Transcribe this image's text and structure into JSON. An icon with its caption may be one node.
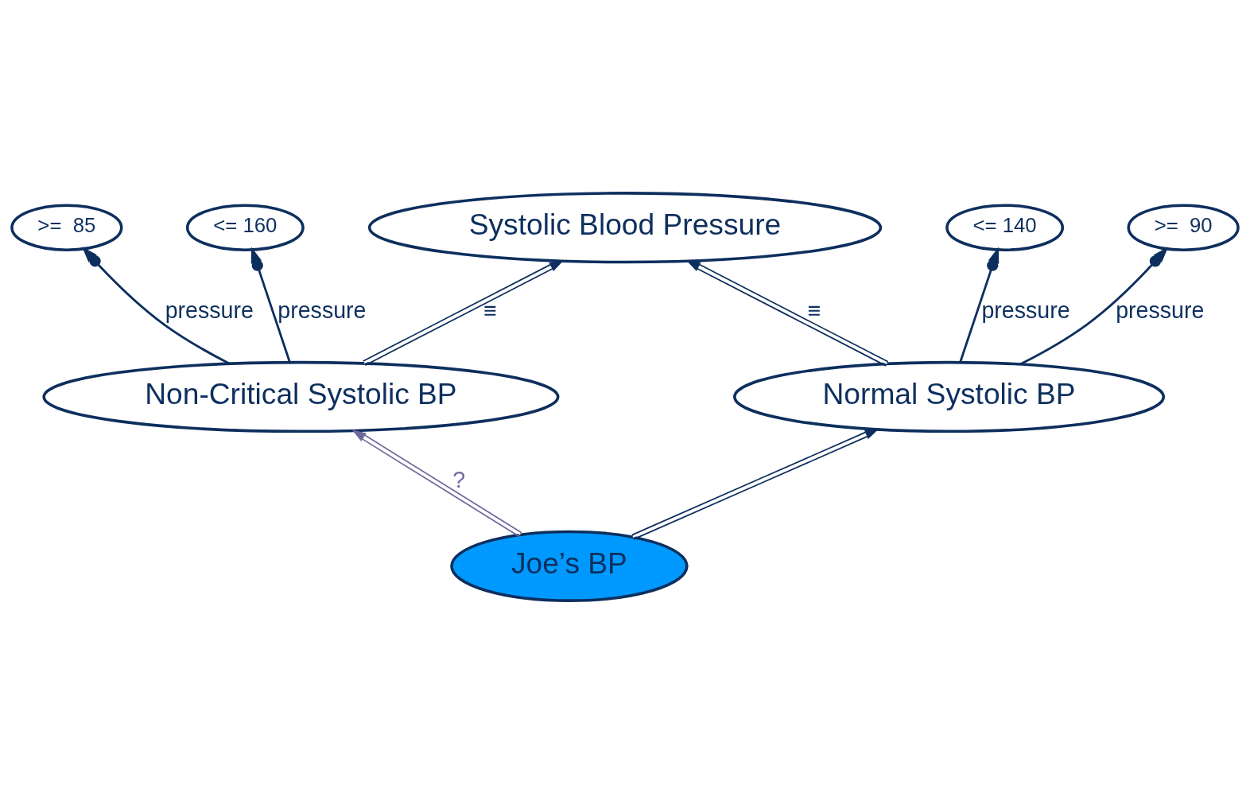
{
  "diagram": {
    "nodes": [
      {
        "text": [
          "Systolic Blood Pressure"
        ]
      },
      {
        "text": [
          "<= 160"
        ]
      },
      {
        "text": [
          "Non-Critical Systolic BP"
        ]
      },
      {
        "text": [
          ">=  85"
        ]
      },
      {
        "text": [
          "<= 140"
        ]
      },
      {
        "text": [
          "Normal Systolic BP"
        ]
      },
      {
        "text": [
          ">=  90"
        ]
      },
      {
        "text": [
          "Joe’s BP"
        ]
      }
    ],
    "edges": [
      {
        "from": 2,
        "to": 0,
        "arrow": "to",
        "label": "≡"
      },
      {
        "from": 5,
        "to": 0,
        "arrow": "to",
        "label": "≡"
      },
      {
        "from": 2,
        "to": 1,
        "arrow": "to",
        "label": "pressure"
      },
      {
        "from": 2,
        "to": 3,
        "arrow": "to",
        "label": "pressure"
      },
      {
        "from": 5,
        "to": 4,
        "arrow": "to",
        "label": "pressure"
      },
      {
        "from": 5,
        "to": 6,
        "arrow": "to",
        "label": "pressure"
      },
      {
        "from": 7,
        "to": 2,
        "arrow": "to",
        "label": "?",
        "color": "#6e6a9e"
      },
      {
        "from": 7,
        "to": 5,
        "arrow": "to"
      }
    ]
  }
}
